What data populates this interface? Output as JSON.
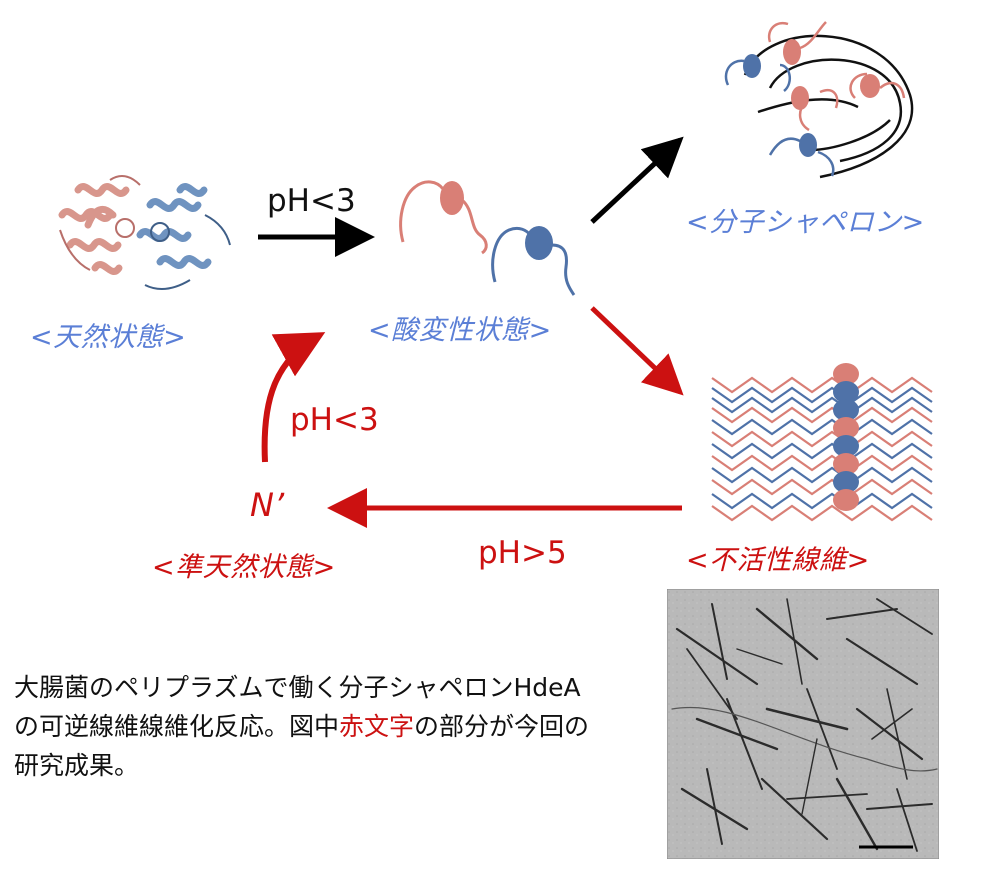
{
  "states": {
    "native": "<天然状態>",
    "acid_denatured": "<酸変性状態>",
    "chaperone": "<分子シャペロン>",
    "inactive_fiber": "<不活性線維>",
    "quasi_native": "<準天然状態>"
  },
  "quasi_native_symbol": "N’",
  "conditions": {
    "native_to_acid": "pH<3",
    "fiber_to_quasi": "pH>5",
    "quasi_to_acid": "pH<3"
  },
  "caption": {
    "main": "大腸菌のペリプラズムで働く分子シャペロンHdeAの可逆線維線維化反応。図中",
    "red": "赤文字",
    "tail": "の部分が今回の研究成果。"
  },
  "colors": {
    "blue_label": "#5b7fd6",
    "red_label": "#cc1111",
    "protein_red": "#d97f76",
    "protein_blue": "#4f72a8"
  }
}
